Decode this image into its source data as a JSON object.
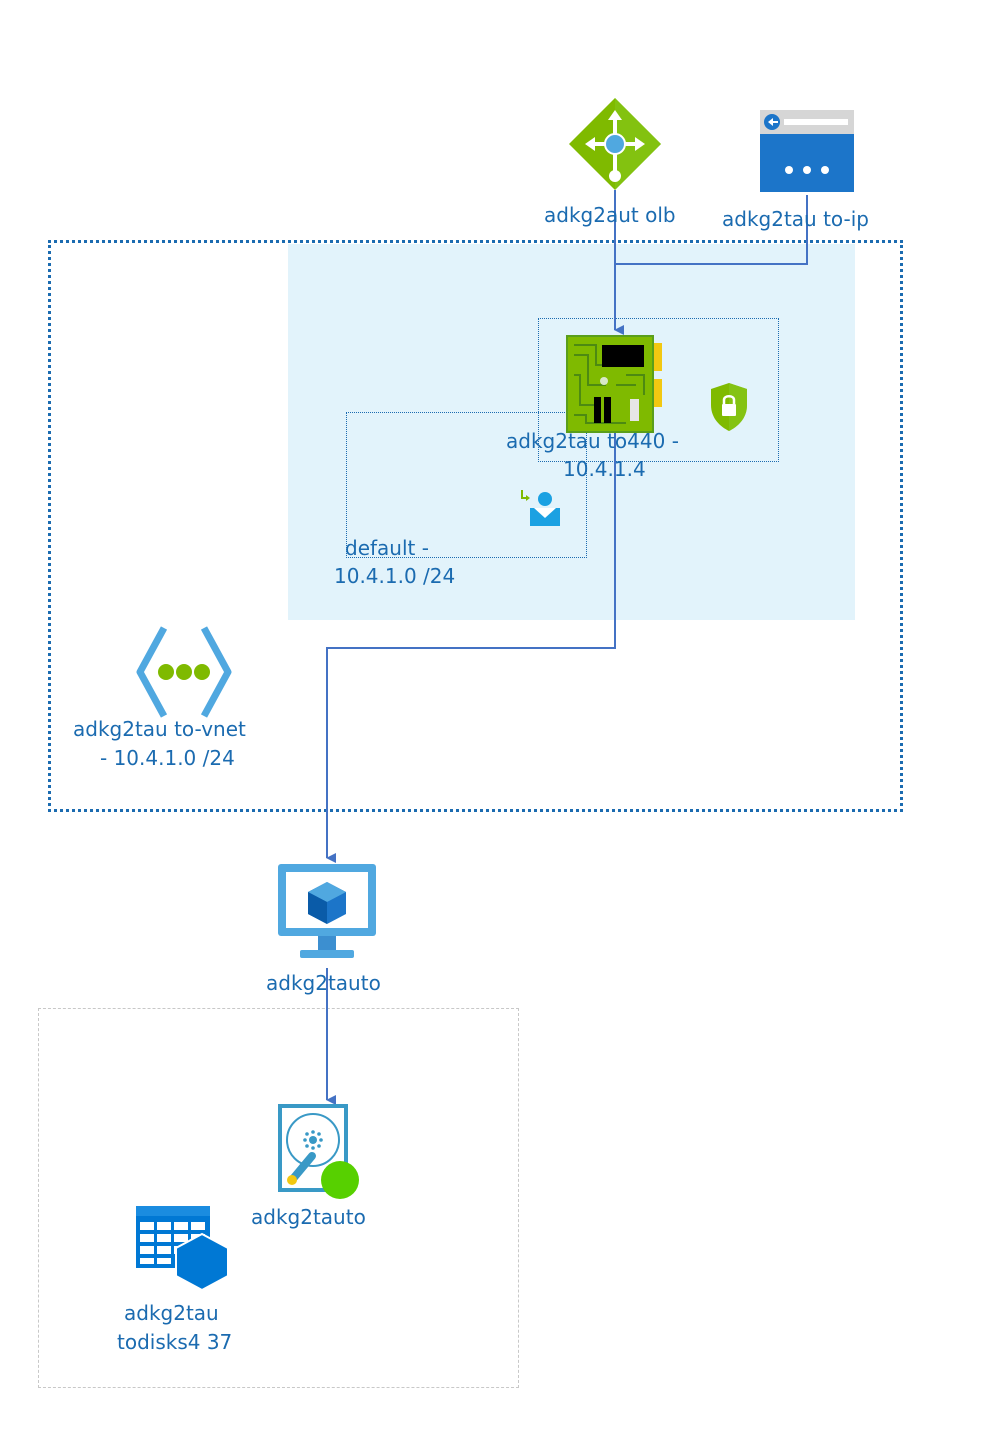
{
  "nodes": {
    "load_balancer": {
      "label": "adkg2aut olb",
      "icon": "load-balancer-icon"
    },
    "public_ip": {
      "label": "adkg2tau to-ip",
      "icon": "public-ip-icon"
    },
    "nic": {
      "label_line1": "adkg2tau to440 -",
      "label_line2": "10.4.1.4",
      "icon": "network-interface-icon"
    },
    "nsg": {
      "icon": "network-security-group-icon"
    },
    "subnet": {
      "label_line1": "default -",
      "label_line2": "10.4.1.0 /24",
      "icon": "subnet-icon"
    },
    "vnet": {
      "label_line1": "adkg2tau to-vnet",
      "label_line2": "- 10.4.1.0 /24",
      "icon": "virtual-network-icon"
    },
    "vm": {
      "label": "adkg2tauto",
      "icon": "virtual-machine-icon"
    },
    "disk": {
      "label": "adkg2tauto",
      "icon": "managed-disk-icon"
    },
    "storage": {
      "label_line1": "adkg2tau",
      "label_line2": "todisks4 37",
      "icon": "storage-account-icon"
    }
  },
  "colors": {
    "label": "#1b6bb0",
    "connector": "#4472c4",
    "subnet_fill": "#e2f3fb",
    "azure_green": "#7fba00",
    "azure_blue": "#0078d4"
  }
}
